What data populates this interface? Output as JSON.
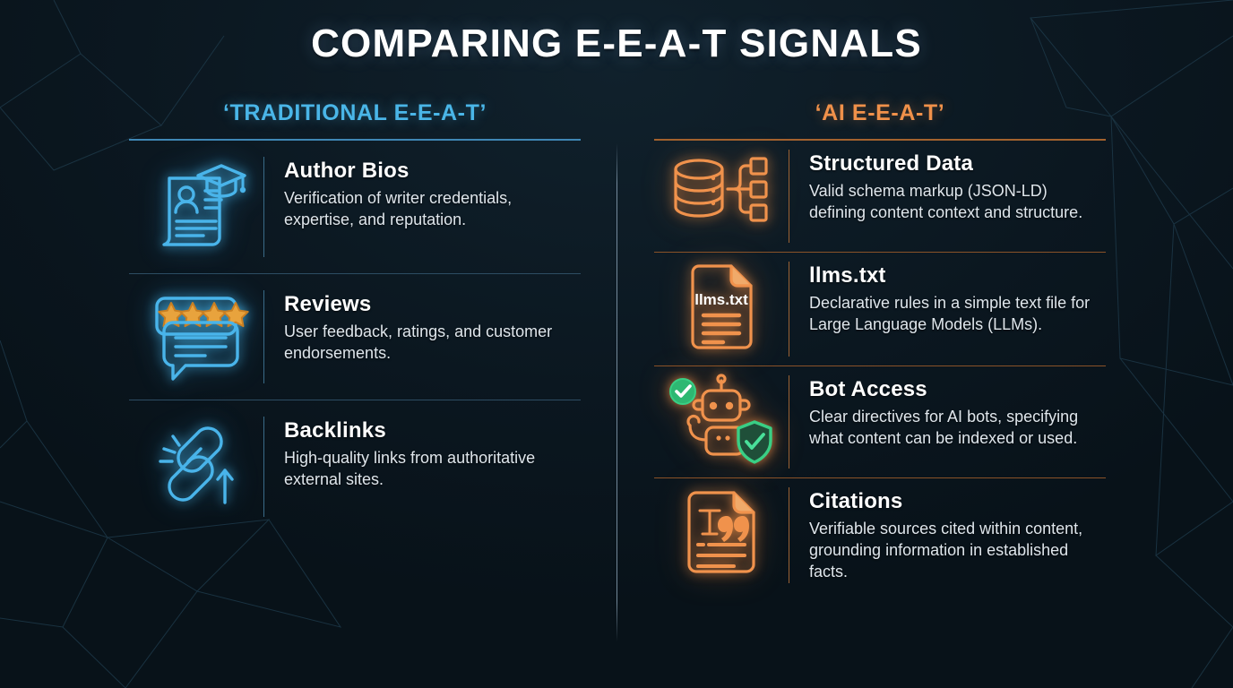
{
  "title": "COMPARING E-E-A-T SIGNALS",
  "colors": {
    "background": "#0b1720",
    "traditional_accent": "#4ab6e8",
    "ai_accent": "#f0914a",
    "check_green": "#2eb872",
    "star_orange": "#e8a33d",
    "title_text": "#ffffff",
    "body_text": "#dfe6ec"
  },
  "columns": {
    "left": {
      "heading": "‘TRADITIONAL E-E-A-T’",
      "items": [
        {
          "icon": "author-document-graduation-cap-icon",
          "title": "Author Bios",
          "desc": "Verification of writer credentials, expertise, and reputation."
        },
        {
          "icon": "star-rating-speech-bubble-icon",
          "title": "Reviews",
          "desc": "User feedback, ratings, and customer endorsements."
        },
        {
          "icon": "chain-link-arrow-icon",
          "title": "Backlinks",
          "desc": "High-quality links from authoritative external sites."
        }
      ]
    },
    "right": {
      "heading": "‘AI E-E-A-T’",
      "items": [
        {
          "icon": "database-schema-nodes-icon",
          "title": "Structured Data",
          "desc": "Valid schema markup (JSON-LD) defining content context and structure."
        },
        {
          "icon": "text-file-icon",
          "icon_label": "llms.txt",
          "title": "llms.txt",
          "desc": "Declarative rules in a simple text file for Large Language Models (LLMs)."
        },
        {
          "icon": "robot-shield-check-icon",
          "title": "Bot Access",
          "desc": "Clear directives for AI bots, specifying what content can be indexed or used."
        },
        {
          "icon": "citation-quote-document-icon",
          "title": "Citations",
          "desc": "Verifiable sources cited within content, grounding information in established facts."
        }
      ]
    }
  }
}
